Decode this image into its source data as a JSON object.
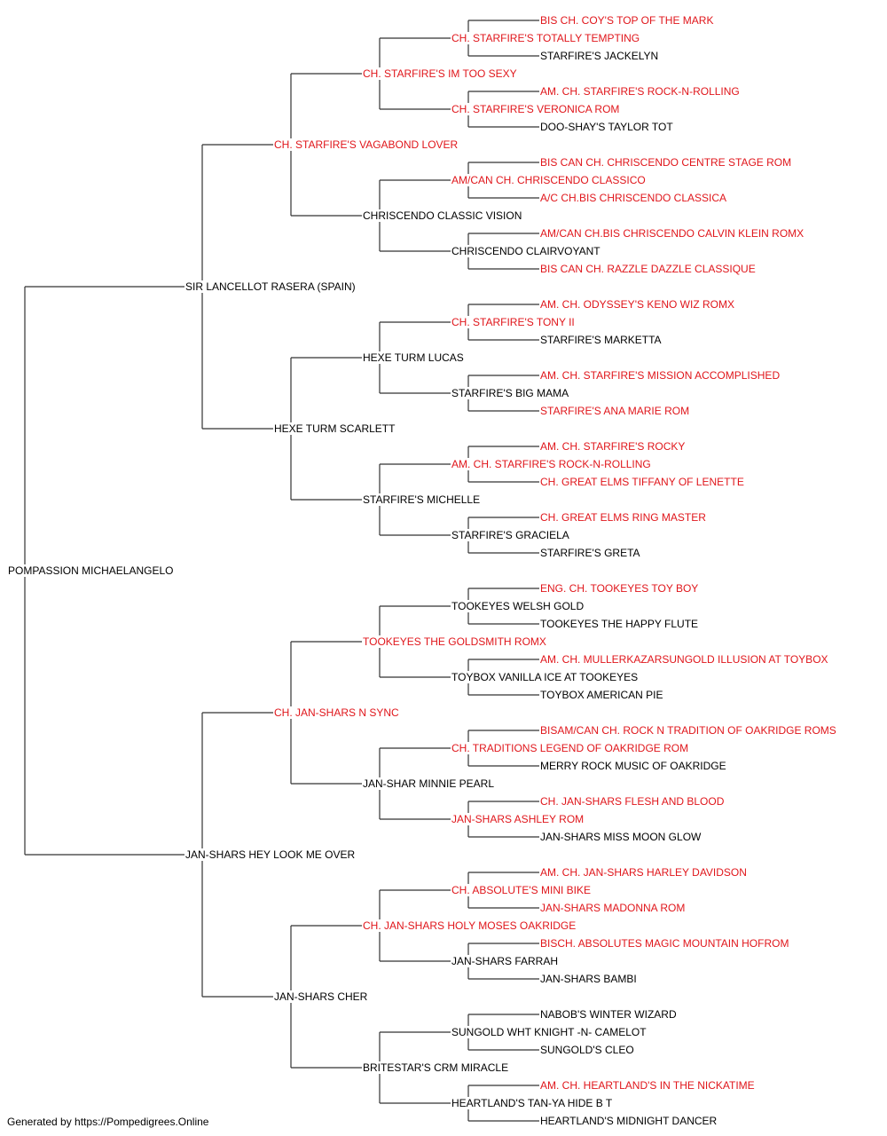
{
  "colors": {
    "champion": "#e0161b",
    "normal": "#000000",
    "line": "#333333"
  },
  "footer": "Generated by https://Pompedigrees.Online",
  "pedigree": {
    "name": "POMPASSION MICHAELANGELO",
    "ch": false,
    "sire": {
      "name": "SIR LANCELLOT RASERA (SPAIN)",
      "ch": false,
      "sire": {
        "name": "CH. STARFIRE'S VAGABOND LOVER",
        "ch": true,
        "sire": {
          "name": "CH. STARFIRE'S IM TOO SEXY",
          "ch": true,
          "sire": {
            "name": "CH. STARFIRE'S TOTALLY TEMPTING",
            "ch": true,
            "sire": {
              "name": "BIS CH. COY'S TOP OF THE MARK",
              "ch": true
            },
            "dam": {
              "name": "STARFIRE'S JACKELYN",
              "ch": false
            }
          },
          "dam": {
            "name": "CH. STARFIRE'S VERONICA ROM",
            "ch": true,
            "sire": {
              "name": "AM. CH. STARFIRE'S ROCK-N-ROLLING",
              "ch": true
            },
            "dam": {
              "name": "DOO-SHAY'S TAYLOR TOT",
              "ch": false
            }
          }
        },
        "dam": {
          "name": "CHRISCENDO CLASSIC VISION",
          "ch": false,
          "sire": {
            "name": "AM/CAN CH. CHRISCENDO CLASSICO",
            "ch": true,
            "sire": {
              "name": "BIS CAN CH. CHRISCENDO CENTRE STAGE ROM",
              "ch": true
            },
            "dam": {
              "name": "A/C CH.BIS CHRISCENDO CLASSICA",
              "ch": true
            }
          },
          "dam": {
            "name": "CHRISCENDO CLAIRVOYANT",
            "ch": false,
            "sire": {
              "name": "AM/CAN CH.BIS CHRISCENDO CALVIN KLEIN ROMX",
              "ch": true
            },
            "dam": {
              "name": "BIS CAN CH. RAZZLE DAZZLE CLASSIQUE",
              "ch": true
            }
          }
        }
      },
      "dam": {
        "name": "HEXE TURM SCARLETT",
        "ch": false,
        "sire": {
          "name": "HEXE TURM LUCAS",
          "ch": false,
          "sire": {
            "name": "CH. STARFIRE'S TONY II",
            "ch": true,
            "sire": {
              "name": "AM. CH. ODYSSEY'S KENO WIZ ROMX",
              "ch": true
            },
            "dam": {
              "name": "STARFIRE'S MARKETTA",
              "ch": false
            }
          },
          "dam": {
            "name": "STARFIRE'S BIG MAMA",
            "ch": false,
            "sire": {
              "name": "AM. CH. STARFIRE'S MISSION ACCOMPLISHED",
              "ch": true
            },
            "dam": {
              "name": "STARFIRE'S ANA MARIE ROM",
              "ch": true
            }
          }
        },
        "dam": {
          "name": "STARFIRE'S MICHELLE",
          "ch": false,
          "sire": {
            "name": "AM. CH. STARFIRE'S ROCK-N-ROLLING",
            "ch": true,
            "sire": {
              "name": "AM. CH. STARFIRE'S ROCKY",
              "ch": true
            },
            "dam": {
              "name": "CH. GREAT ELMS TIFFANY OF LENETTE",
              "ch": true
            }
          },
          "dam": {
            "name": "STARFIRE'S GRACIELA",
            "ch": false,
            "sire": {
              "name": "CH. GREAT ELMS RING MASTER",
              "ch": true
            },
            "dam": {
              "name": "STARFIRE'S GRETA",
              "ch": false
            }
          }
        }
      }
    },
    "dam": {
      "name": "JAN-SHARS HEY LOOK ME OVER",
      "ch": false,
      "sire": {
        "name": "CH. JAN-SHARS N SYNC",
        "ch": true,
        "sire": {
          "name": "TOOKEYES THE GOLDSMITH ROMX",
          "ch": true,
          "sire": {
            "name": "TOOKEYES WELSH GOLD",
            "ch": false,
            "sire": {
              "name": "ENG. CH. TOOKEYES TOY BOY",
              "ch": true
            },
            "dam": {
              "name": "TOOKEYES THE HAPPY FLUTE",
              "ch": false
            }
          },
          "dam": {
            "name": "TOYBOX VANILLA ICE AT TOOKEYES",
            "ch": false,
            "sire": {
              "name": "AM. CH. MULLERKAZARSUNGOLD ILLUSION AT TOYBOX",
              "ch": true
            },
            "dam": {
              "name": "TOYBOX AMERICAN PIE",
              "ch": false
            }
          }
        },
        "dam": {
          "name": "JAN-SHAR MINNIE PEARL",
          "ch": false,
          "sire": {
            "name": "CH. TRADITIONS LEGEND OF OAKRIDGE ROM",
            "ch": true,
            "sire": {
              "name": "BISAM/CAN CH. ROCK N TRADITION OF OAKRIDGE ROMS",
              "ch": true
            },
            "dam": {
              "name": "MERRY ROCK MUSIC OF OAKRIDGE",
              "ch": false
            }
          },
          "dam": {
            "name": "JAN-SHARS ASHLEY ROM",
            "ch": true,
            "sire": {
              "name": "CH. JAN-SHARS FLESH AND BLOOD",
              "ch": true
            },
            "dam": {
              "name": "JAN-SHARS MISS MOON GLOW",
              "ch": false
            }
          }
        }
      },
      "dam": {
        "name": "JAN-SHARS CHER",
        "ch": false,
        "sire": {
          "name": "CH. JAN-SHARS HOLY MOSES OAKRIDGE",
          "ch": true,
          "sire": {
            "name": "CH. ABSOLUTE'S MINI BIKE",
            "ch": true,
            "sire": {
              "name": "AM. CH. JAN-SHARS HARLEY DAVIDSON",
              "ch": true
            },
            "dam": {
              "name": "JAN-SHARS MADONNA ROM",
              "ch": true
            }
          },
          "dam": {
            "name": "JAN-SHARS FARRAH",
            "ch": false,
            "sire": {
              "name": "BISCH. ABSOLUTES MAGIC MOUNTAIN HOFROM",
              "ch": true
            },
            "dam": {
              "name": "JAN-SHARS BAMBI",
              "ch": false
            }
          }
        },
        "dam": {
          "name": "BRITESTAR'S CRM MIRACLE",
          "ch": false,
          "sire": {
            "name": "SUNGOLD WHT KNIGHT -N- CAMELOT",
            "ch": false,
            "sire": {
              "name": "NABOB'S WINTER WIZARD",
              "ch": false
            },
            "dam": {
              "name": "SUNGOLD'S CLEO",
              "ch": false
            }
          },
          "dam": {
            "name": "HEARTLAND'S TAN-YA HIDE B T",
            "ch": false,
            "sire": {
              "name": "AM. CH. HEARTLAND'S IN THE NICKATIME",
              "ch": true
            },
            "dam": {
              "name": "HEARTLAND'S MIDNIGHT DANCER",
              "ch": false
            }
          }
        }
      }
    }
  }
}
